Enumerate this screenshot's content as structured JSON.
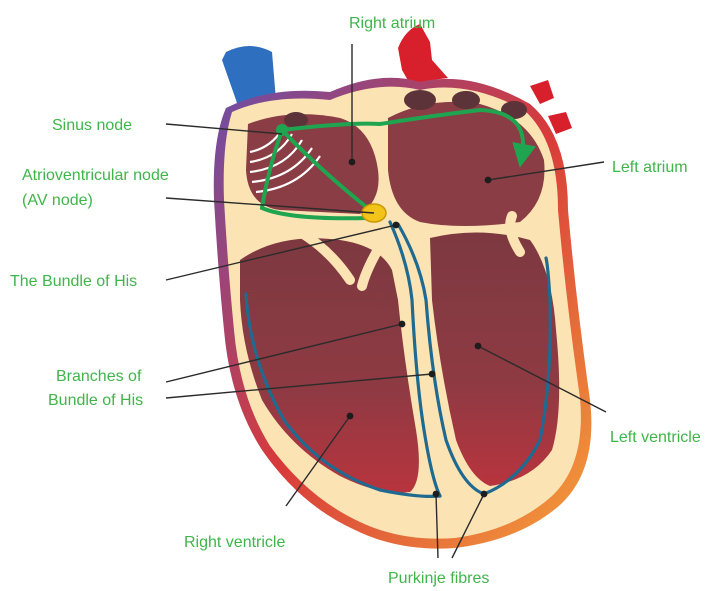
{
  "colors": {
    "label_text": "#3fb54a",
    "myocardium": "#fbe3b4",
    "chamber": "#8e3a42",
    "vein": "#2f6fc0",
    "artery": "#d8202c",
    "green_pathway": "#1fa550",
    "blue_pathway": "#1f6a91",
    "av_node": "#f2c318"
  },
  "labels": {
    "right_atrium": "Right atrium",
    "sinus_node": "Sinus node",
    "av_node_line1": "Atrioventricular node",
    "av_node_line2": "(AV node)",
    "bundle_of_his": "The Bundle of His",
    "branches_line1": "Branches of",
    "branches_line2": "Bundle of His",
    "left_atrium": "Left atrium",
    "left_ventricle": "Left ventricle",
    "right_ventricle": "Right ventricle",
    "purkinje_fibres": "Purkinje fibres"
  }
}
